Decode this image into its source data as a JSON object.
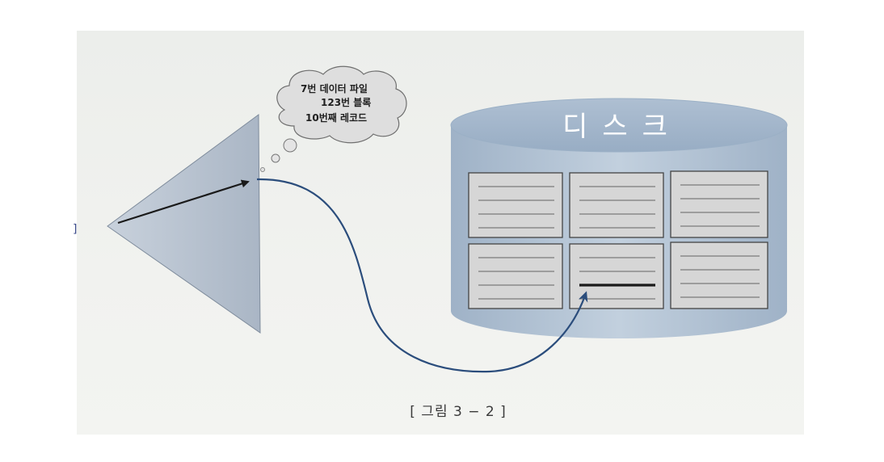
{
  "thought_bubble": {
    "line1": "7번 데이터 파일",
    "line2": "123번 블록",
    "line3": "10번째 레코드"
  },
  "disk": {
    "label": "디스크"
  },
  "caption": "[ 그림 3 − 2 ]",
  "edge_mark": "]",
  "colors": {
    "triangle_fill": "#b8c3d0",
    "disk_body": "#aebfd2",
    "disk_top": "#c9d6e4",
    "block_fill": "#d4d4d4",
    "arc_stroke": "#2b4d7c",
    "record_highlight": "#1a1a1a"
  }
}
